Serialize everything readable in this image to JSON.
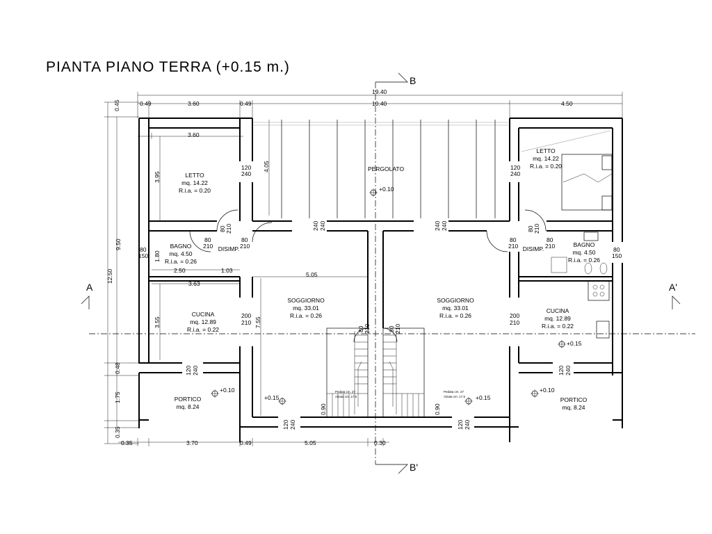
{
  "title": "PIANTA PIANO TERRA (+0.15 m.)",
  "sections": {
    "a": "A",
    "a_prime": "A'",
    "b": "B",
    "b_prime": "B'"
  },
  "dimensions": {
    "overall_width": "19.40",
    "upper_mid": "10.40",
    "upper_right": "4.50",
    "upper_left": "3.60",
    "wall_a": "0.49",
    "wall_b": "0.49",
    "top_left_offset": "0.45",
    "letto_width": "3.60",
    "letto_depth": "3.95",
    "pergola_depth": "4.05",
    "height_total": "12.50",
    "height_mid": "9.50",
    "bagno_height": "1.80",
    "bagno_w": "2.50",
    "bagno_w2": "1.03",
    "cucina_w": "3.63",
    "soggiorno_w": "5.05",
    "cucina_h": "3.55",
    "soggiorno_h": "7.55",
    "wall_c": "0.48",
    "portico_h": "1.75",
    "bottom_left_offset": "0.35",
    "bottom_left_edge": "0.35",
    "bottom_portico": "3.70",
    "bottom_wall": "0.49",
    "bottom_soggiorno": "5.05",
    "bottom_center": "0.30",
    "stair_w_left": "0.90",
    "stair_w_right": "0.90",
    "ria_note": "R.i.a. = 0.26"
  },
  "openings": {
    "w120": "120",
    "w240": "240",
    "d80": "80",
    "d210": "210",
    "d200": "200",
    "d150": "150"
  },
  "levels": {
    "pergola": "+0.10",
    "portico_left": "+0.10",
    "portico_right": "+0.10",
    "soggiorno_left": "+0.15",
    "soggiorno_right": "+0.15",
    "cucina_right": "+0.15"
  },
  "rooms": {
    "letto_left": {
      "name": "LETTO",
      "area": "mq. 14.22",
      "ria": "R.i.a. = 0.20"
    },
    "letto_right": {
      "name": "LETTO",
      "area": "mq. 14.22",
      "ria": "R.i.a. = 0.20"
    },
    "bagno_left": {
      "name": "BAGNO",
      "area": "mq. 4.50",
      "ria": "R.i.a. = 0.26"
    },
    "bagno_right": {
      "name": "BAGNO",
      "area": "mq. 4.50",
      "ria": "R.i.a. = 0.26"
    },
    "disimp_left": {
      "name": "DISIMP."
    },
    "disimp_right": {
      "name": "DISIMP."
    },
    "cucina_left": {
      "name": "CUCINA",
      "area": "mq. 12.89",
      "ria": "R.i.a. = 0.22"
    },
    "cucina_right": {
      "name": "CUCINA",
      "area": "mq. 12.89",
      "ria": "R.i.a. = 0.22"
    },
    "soggiorno_left": {
      "name": "SOGGIORNO",
      "area": "mq. 33.01",
      "ria": "R.i.a. = 0.26"
    },
    "soggiorno_right": {
      "name": "SOGGIORNO",
      "area": "mq. 33.01",
      "ria": "R.i.a. = 0.26"
    },
    "portico_left": {
      "name": "PORTICO",
      "area": "mq. 8.24"
    },
    "portico_right": {
      "name": "PORTICO",
      "area": "mq. 8.24"
    },
    "pergolato": {
      "name": "PERGOLATO"
    }
  },
  "stair_notes": {
    "pedata": "Pedata cm. 27",
    "alzata": "Alzata cm. 17.5"
  }
}
